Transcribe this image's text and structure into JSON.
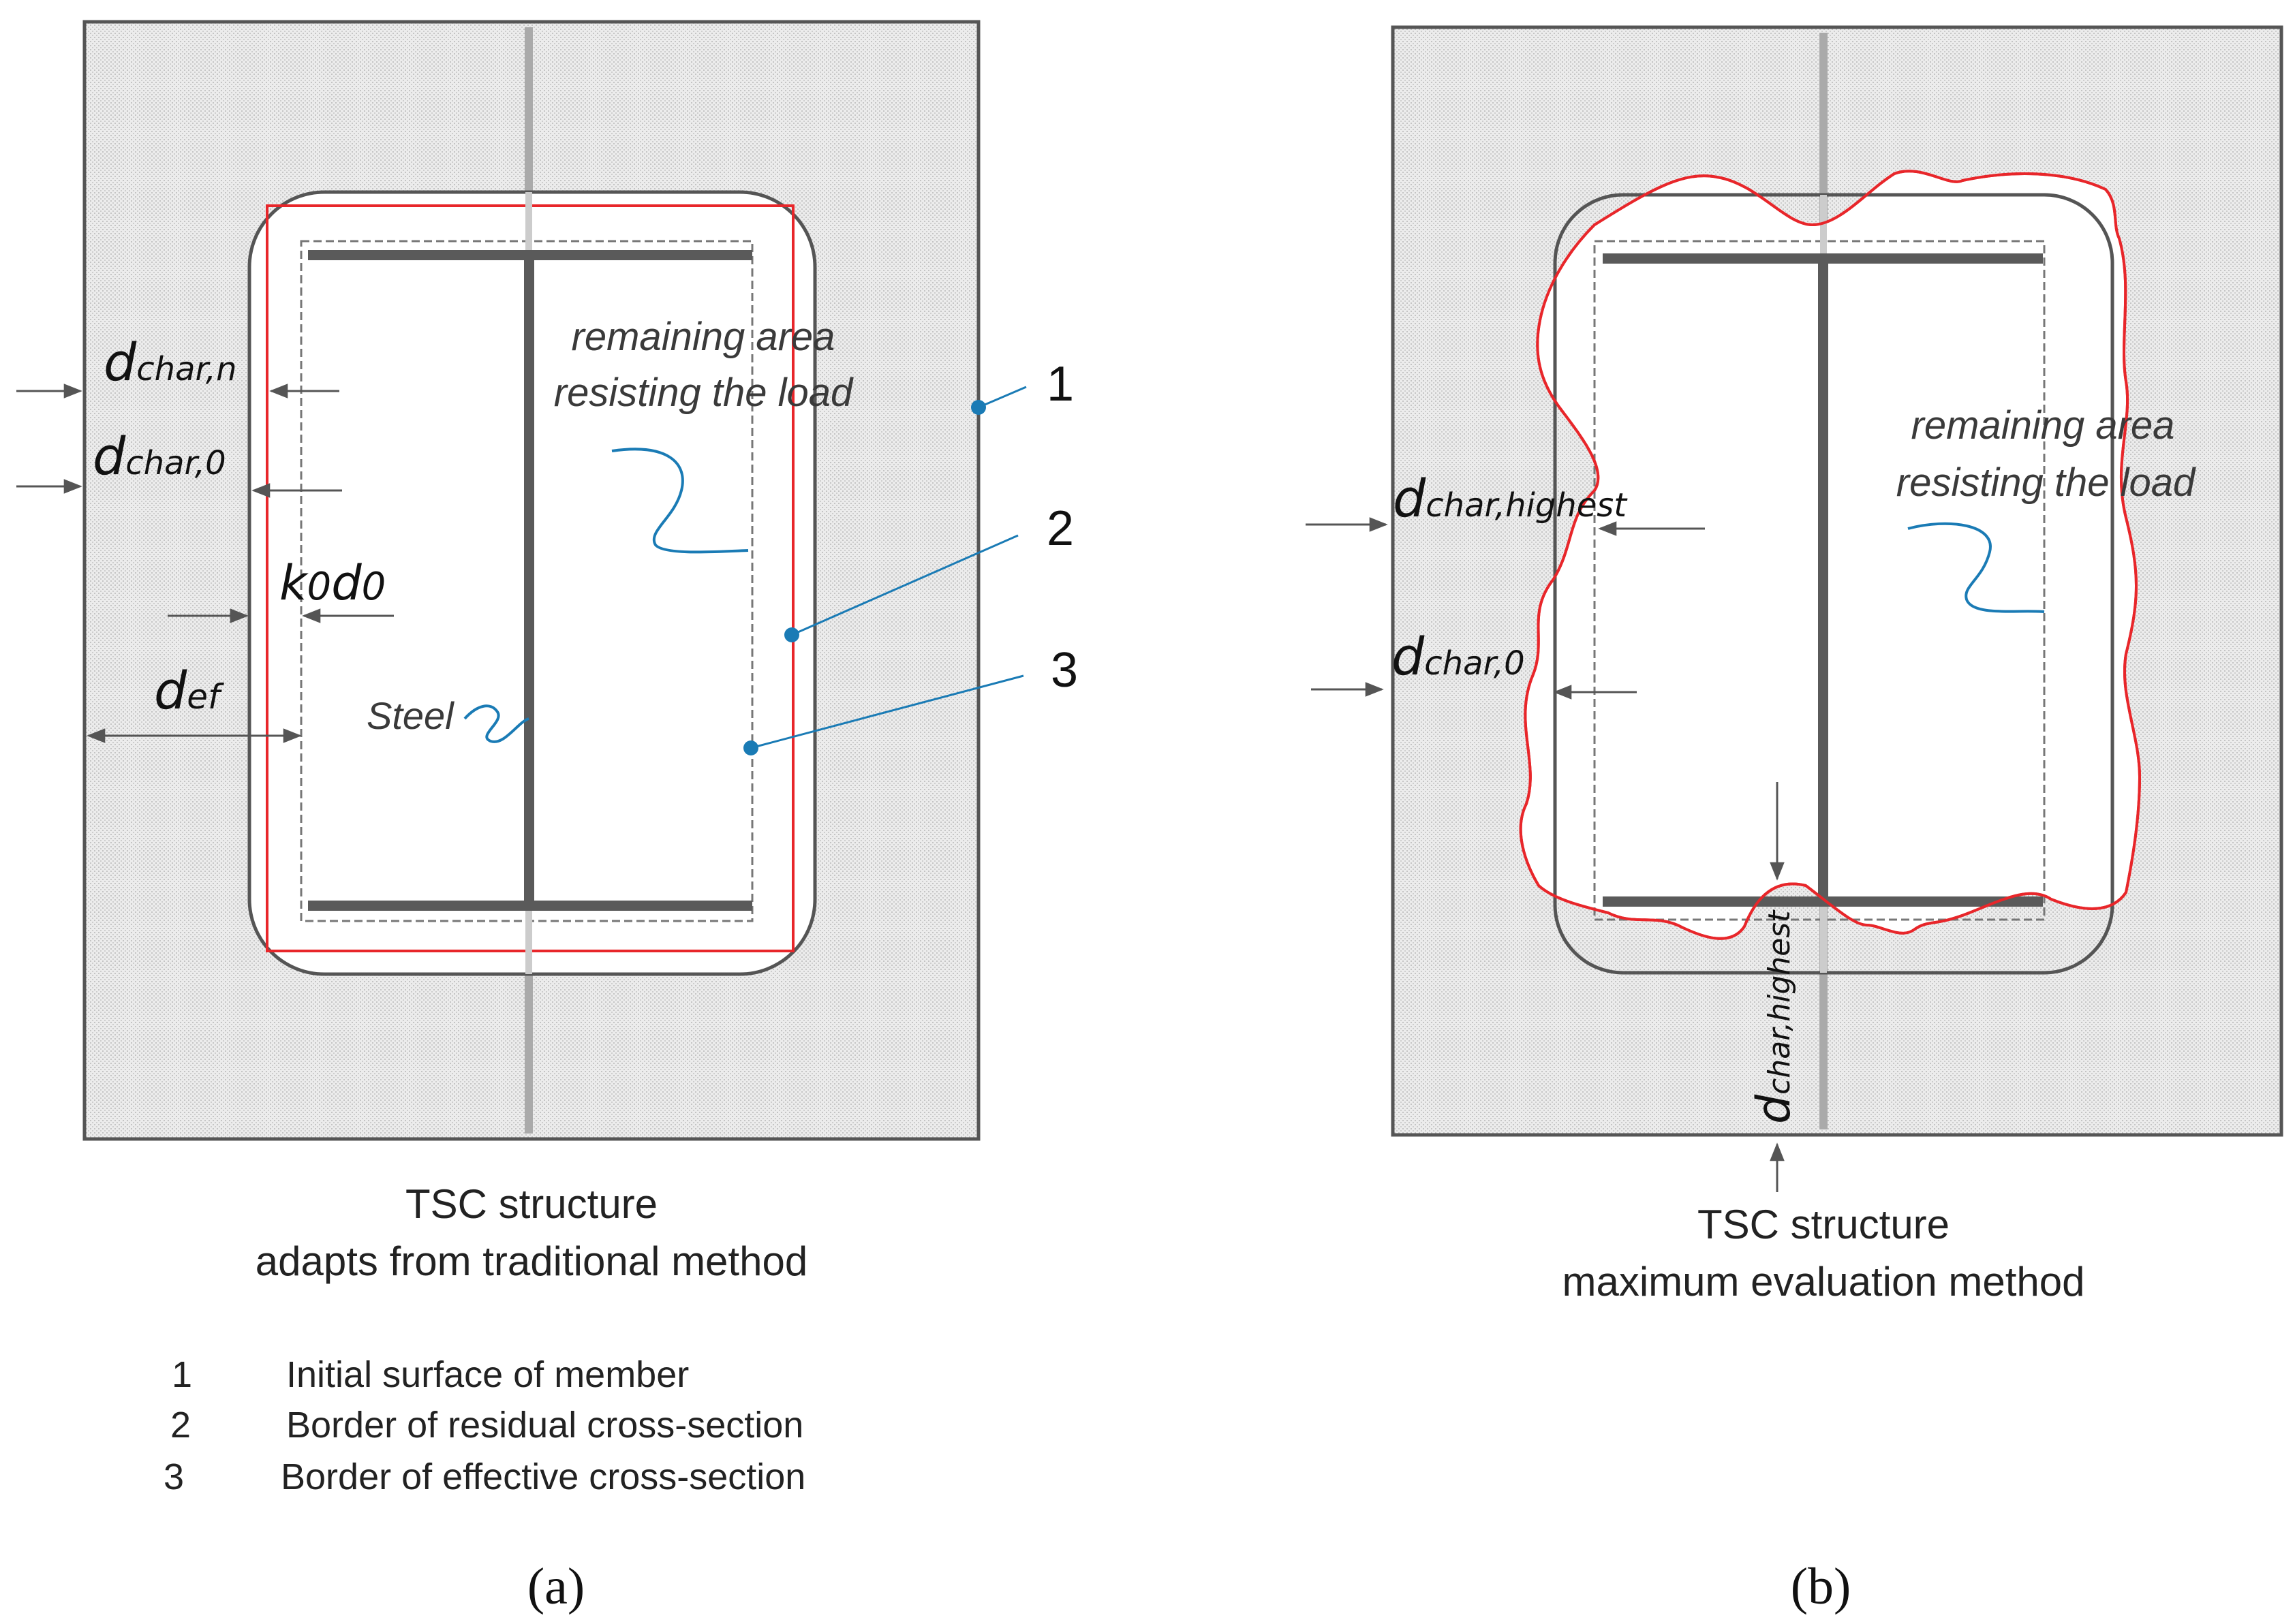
{
  "panel_a": {
    "caption_line1": "TSC structure",
    "caption_line2": "adapts from traditional method",
    "label": "(a)",
    "area_text_line1": "remaining area",
    "area_text_line2": "resisting the load",
    "steel_text": "Steel",
    "dim_dchar_n": {
      "base": "d",
      "sub": "char,n"
    },
    "dim_dchar_0": {
      "base": "d",
      "sub": "char,0"
    },
    "dim_k0d0": {
      "k": "k",
      "k_sub": "0",
      "d": "d",
      "d_sub": "0"
    },
    "dim_def": {
      "base": "d",
      "sub": "ef"
    },
    "callouts": [
      "1",
      "2",
      "3"
    ]
  },
  "panel_b": {
    "caption_line1": "TSC structure",
    "caption_line2": "maximum evaluation method",
    "label": "(b)",
    "area_text_line1": "remaining area",
    "area_text_line2": "resisting the load",
    "dim_dchar_highest": {
      "base": "d",
      "sub": "char,highest"
    },
    "dim_dchar_0": {
      "base": "d",
      "sub": "char,0"
    },
    "dim_dchar_highest_vertical": {
      "base": "d",
      "sub": "char,highest"
    }
  },
  "legend": [
    {
      "num": "1",
      "text": "Initial surface of member"
    },
    {
      "num": "2",
      "text": "Border of residual cross-section"
    },
    {
      "num": "3",
      "text": "Border of effective cross-section"
    }
  ],
  "colors": {
    "residual_border": "#e8262a",
    "leader_line": "#1a7bb5",
    "steel": "#5a5a5a",
    "hatch_fill": "#e6e6e6",
    "outline": "#555555"
  }
}
